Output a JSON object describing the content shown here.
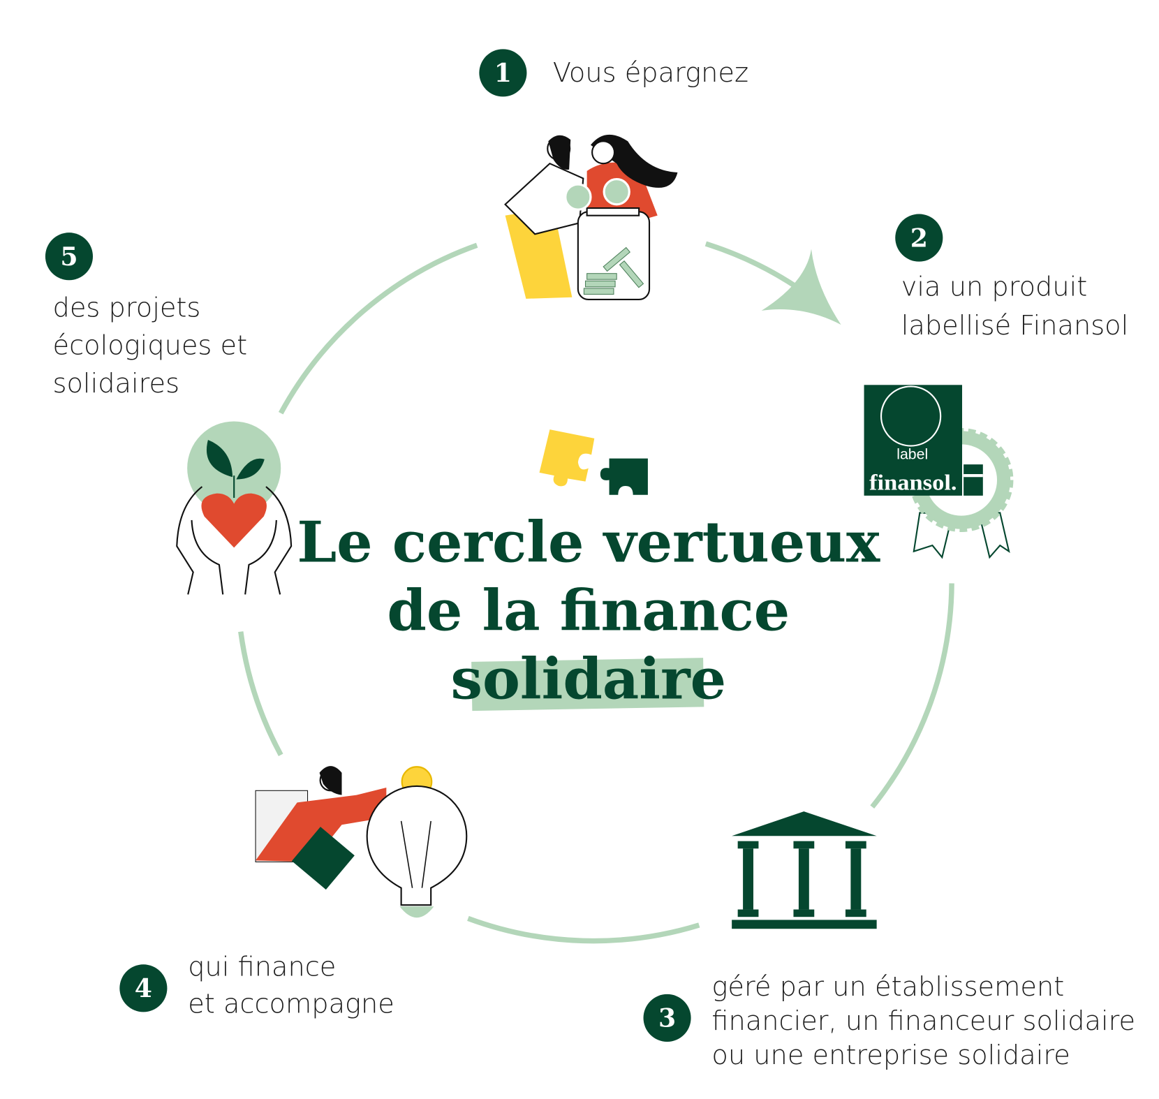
{
  "title": {
    "line1": "Le cercle vertueux",
    "line2": "de la finance",
    "line3": "solidaire"
  },
  "steps": [
    {
      "number": "1",
      "lines": [
        "Vous épargnez"
      ]
    },
    {
      "number": "2",
      "lines": [
        "via un produit",
        "labellisé Finansol"
      ]
    },
    {
      "number": "3",
      "lines": [
        "géré par un établissement",
        "financier, un financeur solidaire",
        "ou une entreprise solidaire"
      ]
    },
    {
      "number": "4",
      "lines": [
        "qui finance",
        "et accompagne"
      ]
    },
    {
      "number": "5",
      "lines": [
        "des projets",
        "écologiques et",
        "solidaires"
      ]
    }
  ],
  "logo": {
    "line1": "label",
    "line2": "finansol."
  },
  "colors": {
    "dark_green": "#05472f",
    "light_green": "#b3d6b9",
    "red": "#e04a2f",
    "yellow": "#fdd43b"
  }
}
